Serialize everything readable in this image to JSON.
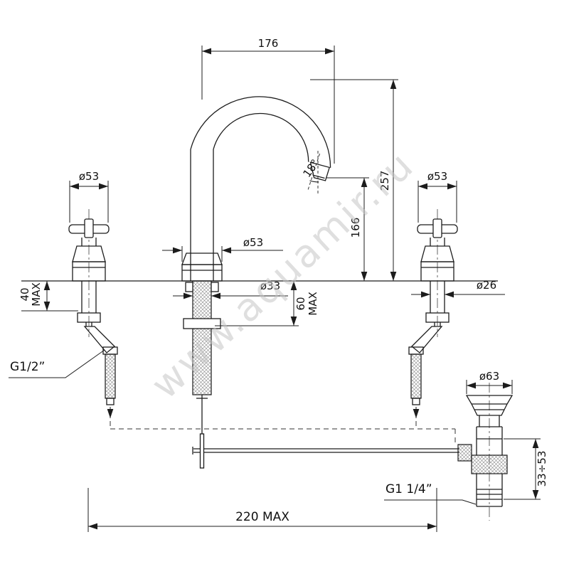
{
  "watermark_text": "www.aquamir.ru",
  "dimensions": {
    "spout_reach": "176",
    "overall_height": "257",
    "spout_outlet_height": "166",
    "outlet_angle": "18°",
    "left_handle_diameter": "ø53",
    "right_handle_diameter": "ø53",
    "spout_base_diameter": "ø53",
    "spout_hole_diameter": "ø33",
    "max_deck_thickness_spout_value": "60",
    "max_deck_thickness_spout_suffix": "MAX",
    "max_deck_thickness_handle_value": "40",
    "max_deck_thickness_handle_suffix": "MAX",
    "handle_hole_diameter": "ø26",
    "supply_connection": "G1/2”",
    "waste_flange_diameter": "ø63",
    "waste_deck_range": "33÷53",
    "waste_connection": "G1 1/4”",
    "hole_spacing_max": "220 MAX"
  }
}
